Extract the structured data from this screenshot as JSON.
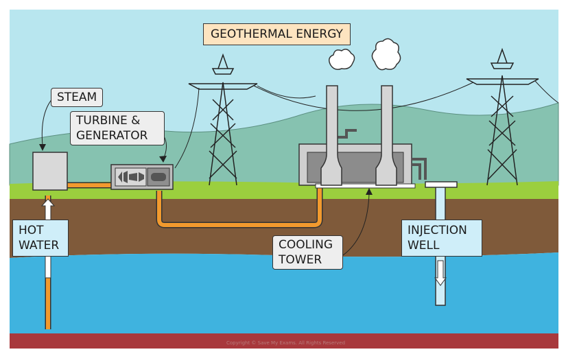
{
  "title": "GEOTHERMAL ENERGY",
  "labels": {
    "steam": "STEAM",
    "turbine_line1": "TURBINE &",
    "turbine_line2": "GENERATOR",
    "hot_water_line1": "HOT",
    "hot_water_line2": "WATER",
    "cooling_line1": "COOLING",
    "cooling_line2": "TOWER",
    "injection_line1": "INJECTION",
    "injection_line2": "WELL"
  },
  "copyright": "Copyright © Save My Exams. All Rights Reserved",
  "colors": {
    "sky": "#b8e6ef",
    "hills": "#86c2b0",
    "grass": "#9bcf3e",
    "soil": "#7f5a3a",
    "water": "#3fb3df",
    "magma": "#a8383c",
    "pipe": "#f29a2e",
    "building": "#cfcfcf"
  }
}
